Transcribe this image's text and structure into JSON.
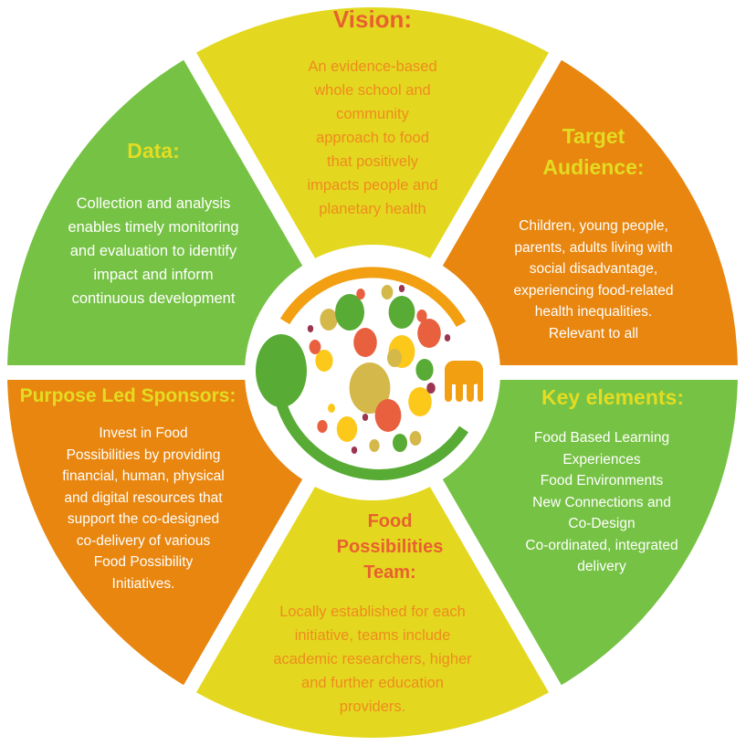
{
  "colors": {
    "green": "#76c244",
    "yellow": "#e3d81f",
    "orange": "#e8860f",
    "title_on_yellow": "#e8602f",
    "text_on_yellow": "#ef8b1e",
    "title_on_dark": "#e3dc22",
    "text_on_dark": "#ffffff"
  },
  "segments": {
    "vision": {
      "title": "Vision:",
      "body": "An evidence-based\nwhole school and\ncommunity\napproach to food\nthat positively\nimpacts people and\nplanetary health"
    },
    "target": {
      "title": "Target\nAudience:",
      "body": "Children, young people,\nparents, adults living with\nsocial disadvantage,\nexperiencing food-related\nhealth inequalities.\nRelevant to all"
    },
    "key": {
      "title": "Key elements:",
      "body": "Food Based Learning\nExperiences\nFood Environments\nNew Connections and\nCo-Design\nCo-ordinated, integrated\ndelivery"
    },
    "team": {
      "title": "Food\nPossibilities\nTeam:",
      "body": "Locally established for each\ninitiative, teams include\nacademic researchers, higher\nand further education\nproviders."
    },
    "sponsors": {
      "title": "Purpose Led Sponsors:",
      "body": "Invest in Food\nPossibilities by providing\nfinancial, human, physical\nand digital resources that\nsupport the co-designed\nco-delivery of various\nFood Possibility\nInitiatives."
    },
    "data": {
      "title": "Data:",
      "body": "Collection and analysis\nenables timely monitoring\nand evaluation to identify\nimpact and inform\ncontinuous development"
    }
  },
  "logo": {
    "icon": "plate-spoon-fork-logo"
  }
}
